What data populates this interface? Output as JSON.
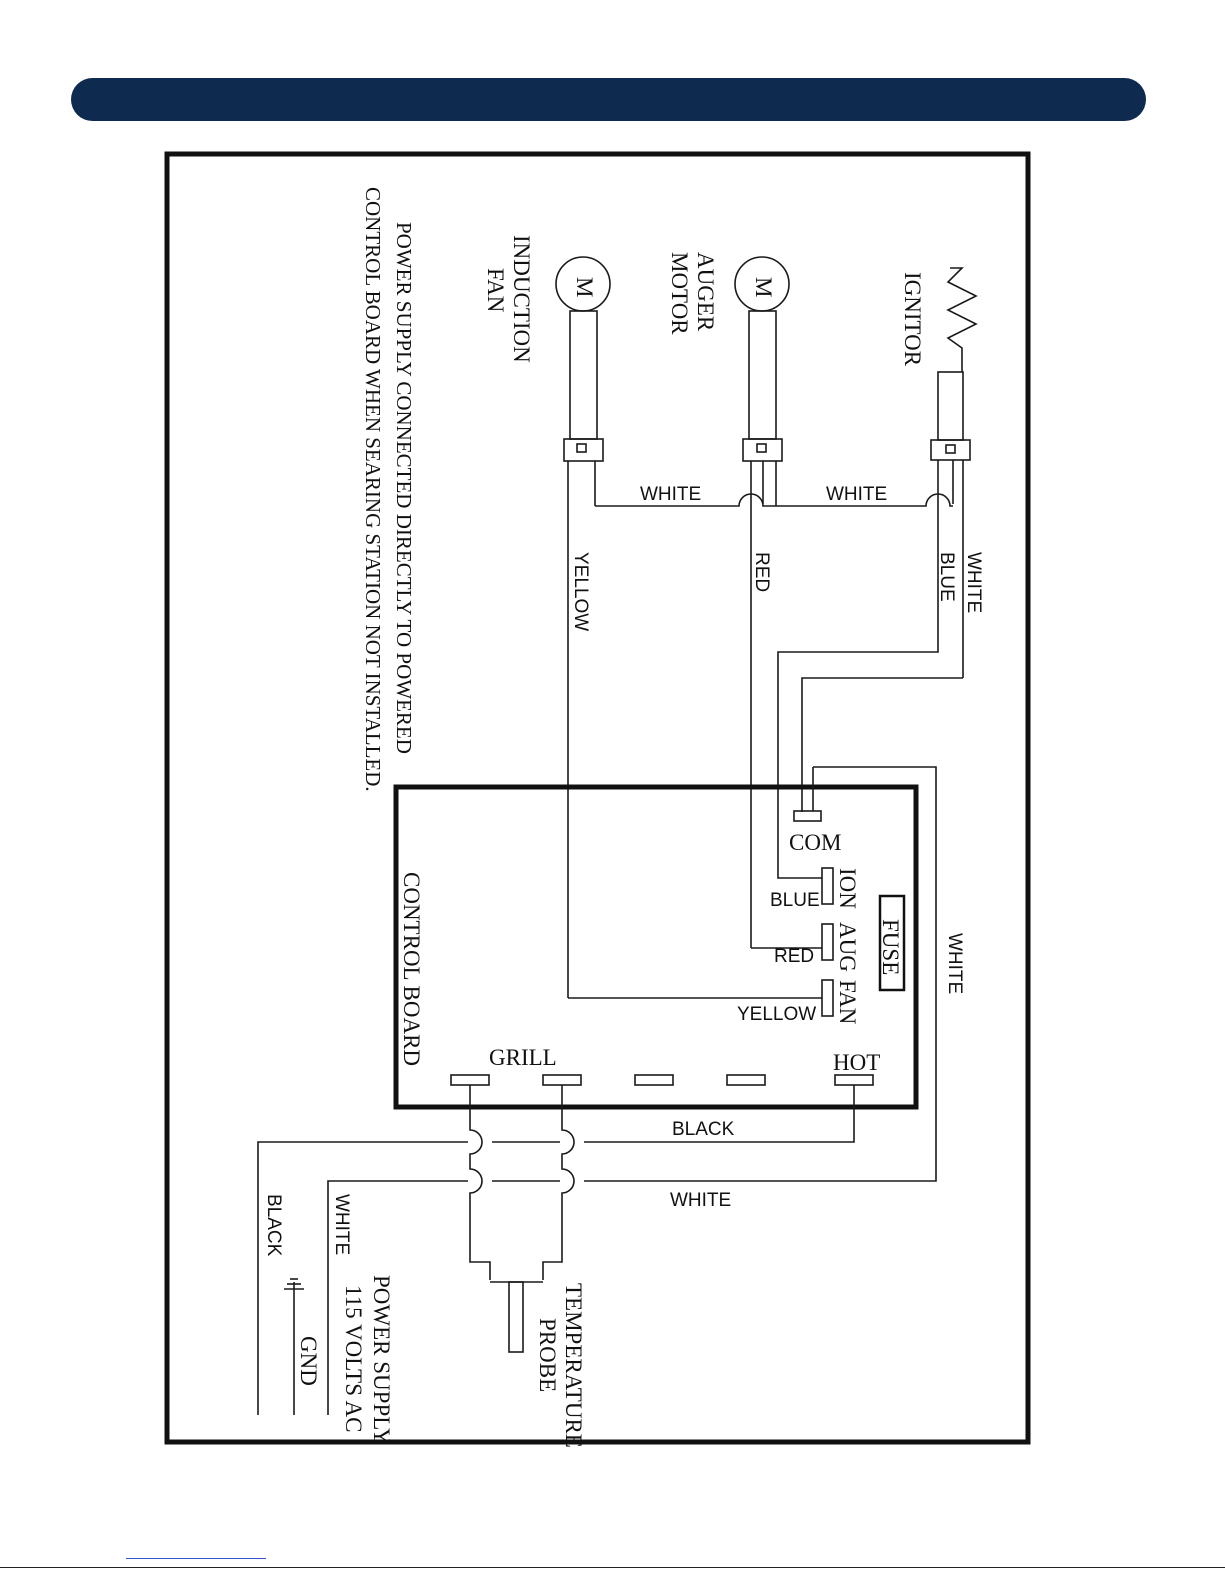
{
  "colors": {
    "header": "#0f2a4f",
    "ink": "#1a1a1a",
    "link": "#3355cc"
  },
  "labels": {
    "ignitor": "IGNITOR",
    "auger_motor_l1": "AUGER",
    "auger_motor_l2": "MOTOR",
    "induction_fan_l1": "INDUCTION",
    "induction_fan_l2": "FAN",
    "motor_symbol": "M",
    "note_l1": "POWER SUPPLY CONNECTED DIRECTLY TO POWERED",
    "note_l2": "CONTROL BOARD WHEN SEARING STATION NOT INSTALLED.",
    "control_board": "CONTROL BOARD",
    "com": "COM",
    "ion": "ION",
    "aug": "AUG",
    "fan": "FAN",
    "fuse": "FUSE",
    "grill": "GRILL",
    "hot": "HOT",
    "temp_probe_l1": "TEMPERATURE",
    "temp_probe_l2": "PROBE",
    "power_l1": "POWER SUPPLY",
    "power_l2": "115 VOLTS AC",
    "gnd": "GND"
  },
  "wires": {
    "white_fan_auger": "WHITE",
    "white_auger_ignitor": "WHITE",
    "yellow_vertical": "YELLOW",
    "red_vertical": "RED",
    "blue_vertical": "BLUE",
    "white_vertical": "WHITE",
    "blue_ion": "BLUE",
    "red_aug": "RED",
    "yellow_fan": "YELLOW",
    "white_right": "WHITE",
    "black_hot": "BLACK",
    "white_bottom": "WHITE",
    "supply_white": "WHITE",
    "supply_black": "BLACK"
  }
}
